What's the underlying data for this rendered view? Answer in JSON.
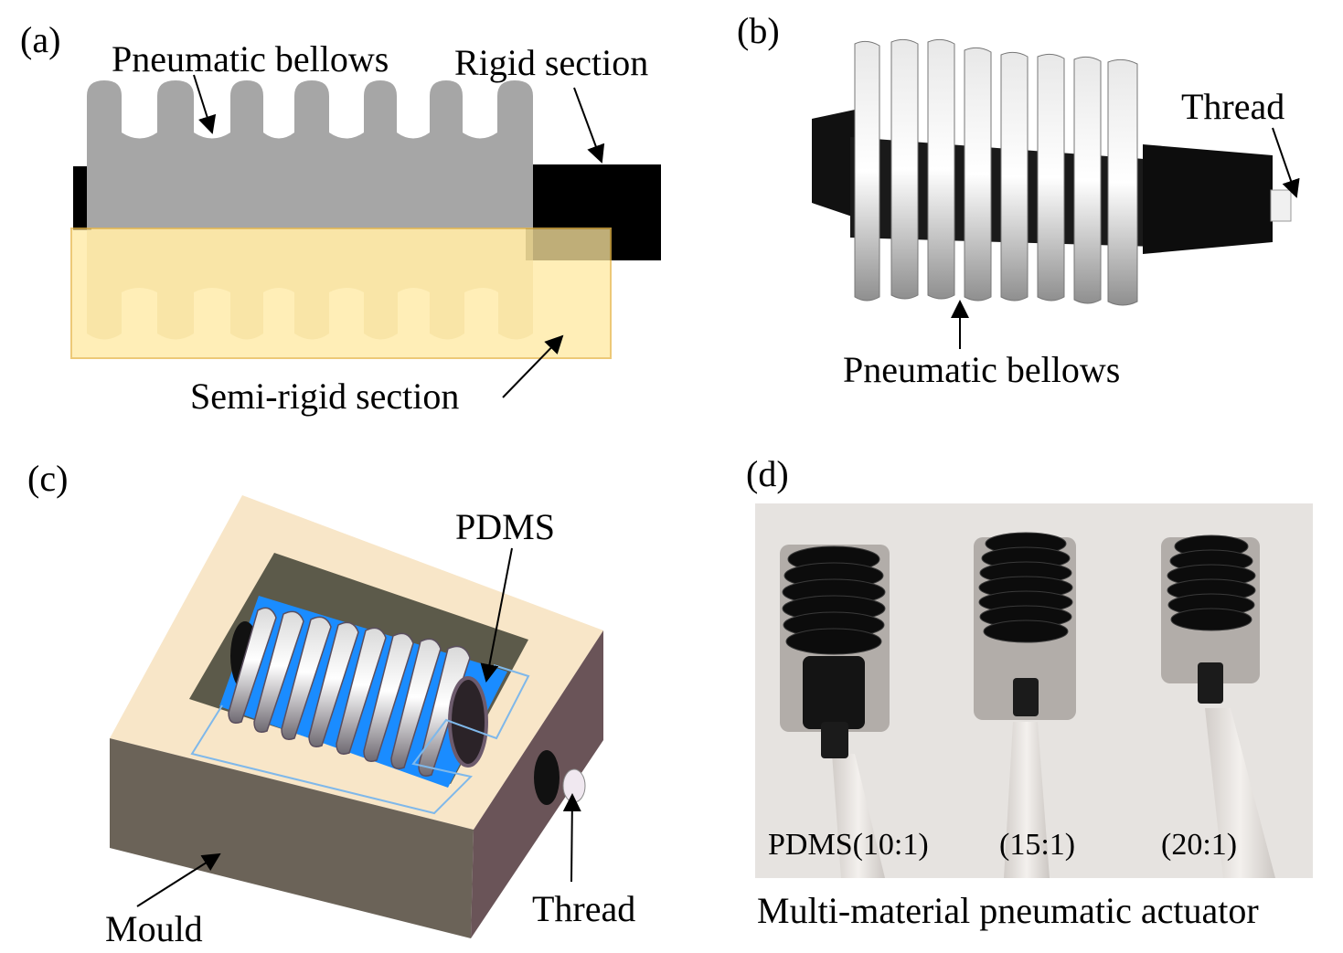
{
  "panels": {
    "a": {
      "label": "(a)",
      "pneumatic_bellows": "Pneumatic bellows",
      "rigid_section": "Rigid section",
      "semi_rigid_section": "Semi-rigid section"
    },
    "b": {
      "label": "(b)",
      "thread": "Thread",
      "pneumatic_bellows": "Pneumatic bellows"
    },
    "c": {
      "label": "(c)",
      "pdms": "PDMS",
      "mould": "Mould",
      "thread": "Thread"
    },
    "d": {
      "label": "(d)",
      "sample_1": "PDMS(10:1)",
      "sample_2": "(15:1)",
      "sample_3": "(20:1)",
      "caption": "Multi-material pneumatic actuator"
    }
  },
  "colors": {
    "bellows_gray": "#a6a6a6",
    "rigid_black": "#000000",
    "semi_rigid_yellow": "#ffe9a0",
    "mould_face": "#f8e6c8",
    "mould_side": "#6b6358",
    "pdms_blue": "#1a8cff",
    "photo_bg": "#e6e3e0"
  }
}
